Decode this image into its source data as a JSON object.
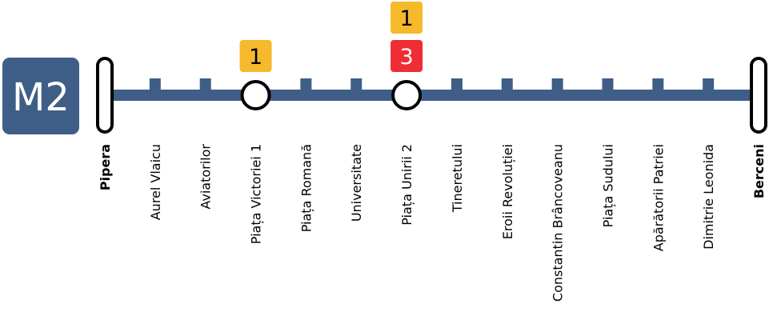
{
  "line": {
    "badge_label": "M2",
    "badge_color": "#3e5e87",
    "track_color": "#3e5e87"
  },
  "stations": [
    {
      "name": "Pipera",
      "type": "terminus",
      "transfers": []
    },
    {
      "name": "Aurel Vlaicu",
      "type": "stop",
      "transfers": []
    },
    {
      "name": "Aviatorilor",
      "type": "stop",
      "transfers": []
    },
    {
      "name": "Piața Victoriei 1",
      "type": "interchange",
      "transfers": [
        {
          "line": "1",
          "color": "#f6b92b",
          "text_color": "#000000"
        }
      ]
    },
    {
      "name": "Piața Romană",
      "type": "stop",
      "transfers": []
    },
    {
      "name": "Universitate",
      "type": "stop",
      "transfers": []
    },
    {
      "name": "Piața Unirii 2",
      "type": "interchange",
      "transfers": [
        {
          "line": "3",
          "color": "#ee2e34",
          "text_color": "#ffffff"
        },
        {
          "line": "1",
          "color": "#f6b92b",
          "text_color": "#000000"
        }
      ]
    },
    {
      "name": "Tineretului",
      "type": "stop",
      "transfers": []
    },
    {
      "name": "Eroii Revoluției",
      "type": "stop",
      "transfers": []
    },
    {
      "name": "Constantin Brâncoveanu",
      "type": "stop",
      "transfers": []
    },
    {
      "name": "Piața Sudului",
      "type": "stop",
      "transfers": []
    },
    {
      "name": "Apărătorii Patriei",
      "type": "stop",
      "transfers": []
    },
    {
      "name": "Dimitrie Leonida",
      "type": "stop",
      "transfers": []
    },
    {
      "name": "Berceni",
      "type": "terminus",
      "transfers": []
    }
  ]
}
